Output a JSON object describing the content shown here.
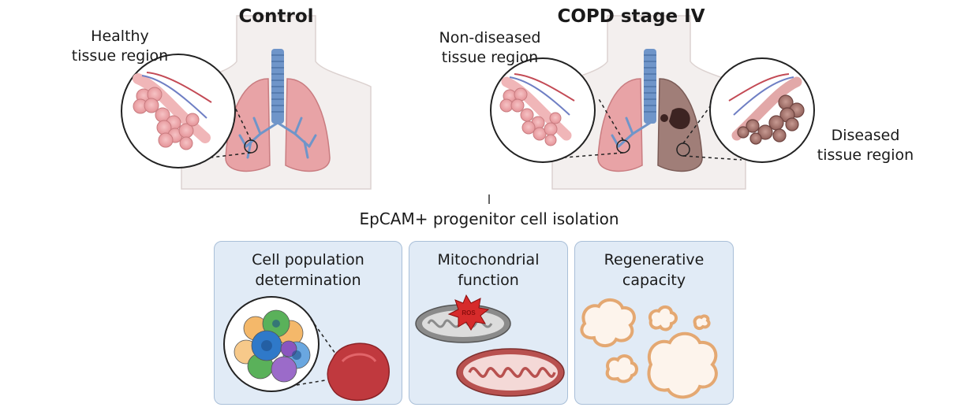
{
  "figure": {
    "control": {
      "title": "Control",
      "label": "Healthy\ntissue region"
    },
    "copd": {
      "title": "COPD stage IV",
      "label_left": "Non-diseased\ntissue region",
      "label_right": "Diseased\ntissue region"
    },
    "isolation_step": "EpCAM+ progenitor cell isolation",
    "panels": [
      {
        "title": "Cell population\ndetermination"
      },
      {
        "title": "Mitochondrial\nfunction",
        "badge": "ROS"
      },
      {
        "title": "Regenerative\ncapacity"
      }
    ],
    "colors": {
      "lung": "#e8a3a6",
      "diseased_lung": "#a07e78",
      "trachea": "#6f95c9",
      "skin": "#f3efee",
      "panel_bg": "#e1ebf6",
      "panel_border": "#a9bfd8",
      "ros_burst": "#d62b2b",
      "organoid": "#c0393e"
    }
  }
}
